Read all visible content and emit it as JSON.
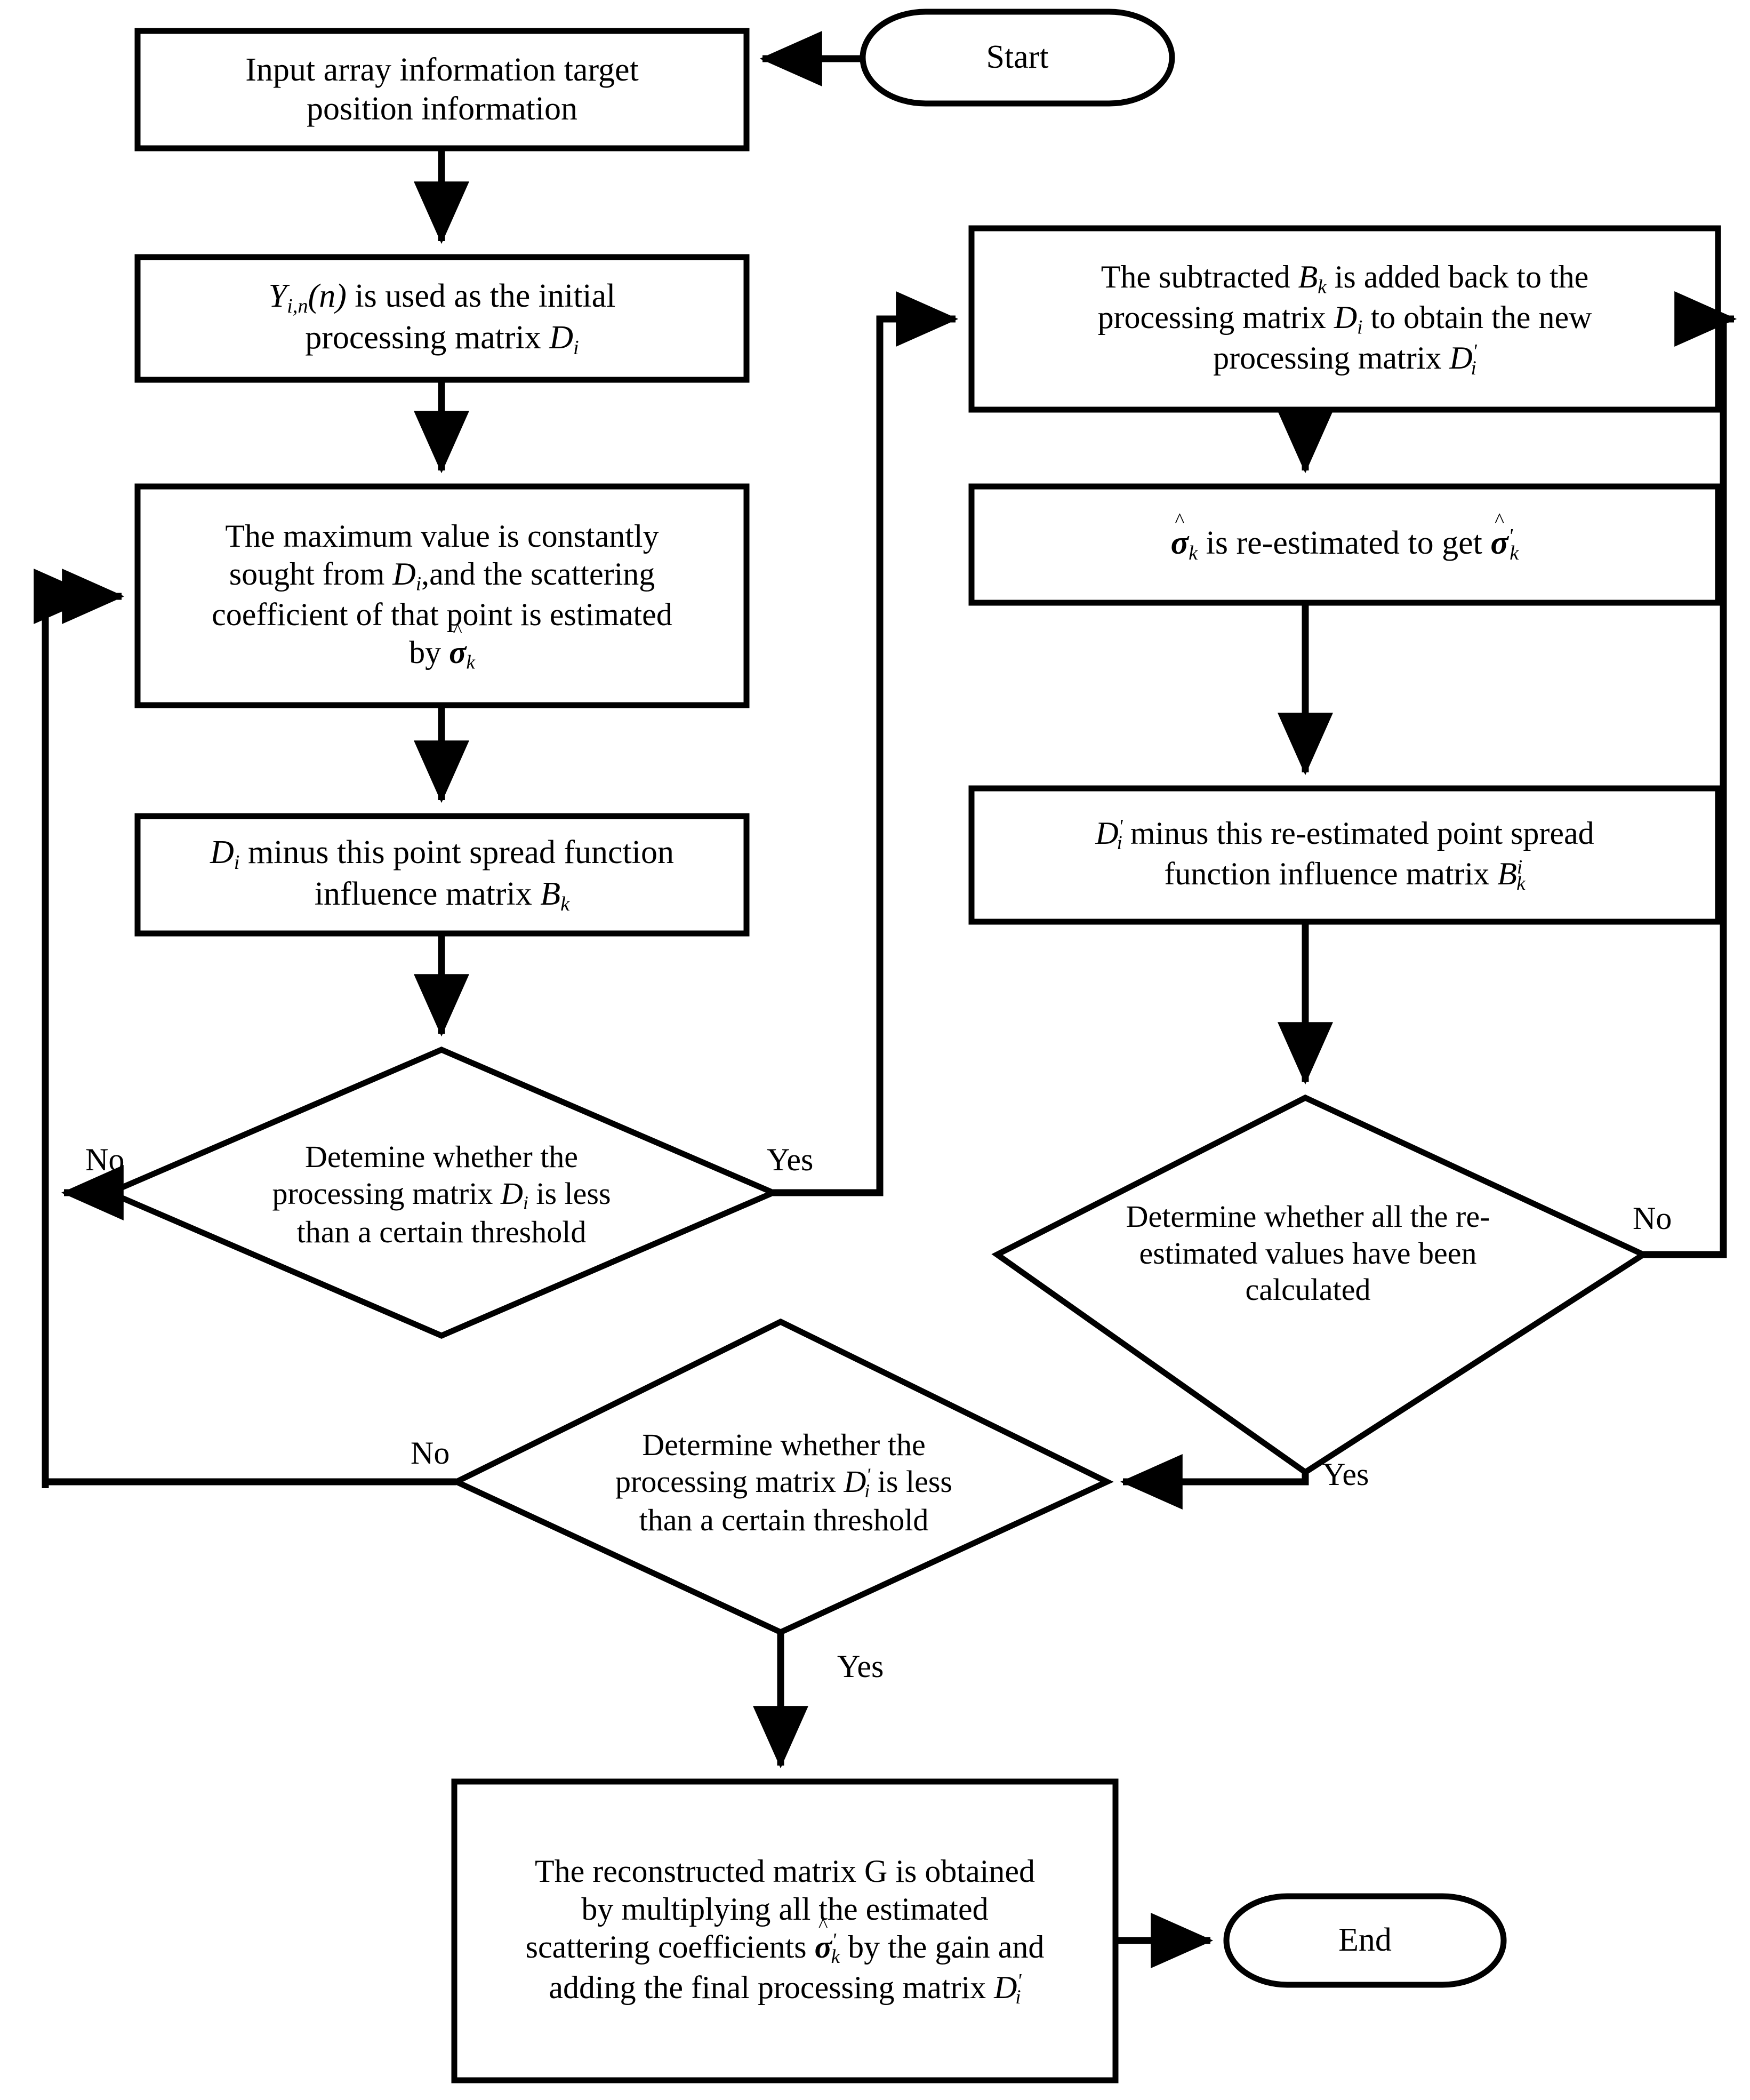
{
  "diagram": {
    "title": "CLEAN-style iterative deconvolution flowchart",
    "stroke_color": "#000000",
    "fill_color": "#ffffff",
    "nodes": [
      {
        "id": "start",
        "shape": "terminator",
        "label": "Start"
      },
      {
        "id": "input",
        "shape": "process",
        "label": "Input array information target position information"
      },
      {
        "id": "init",
        "shape": "process",
        "label": "Y_{i,n}(n) is used as the initial processing matrix D_i"
      },
      {
        "id": "maxseek",
        "shape": "process",
        "label": "The maximum value is constantly sought from D_i ,and the scattering coefficient of that point is estimated by σ̂_k"
      },
      {
        "id": "subtract",
        "shape": "process",
        "label": "D_i minus this point spread function influence matrix B_k"
      },
      {
        "id": "decide1",
        "shape": "decision",
        "label": "Detemine whether the processing matrix D_i is less than a certain threshold"
      },
      {
        "id": "addback",
        "shape": "process",
        "label": "The subtracted B_k is added back to the processing matrix D_i to obtain the new processing matrix D'_i"
      },
      {
        "id": "reestimate",
        "shape": "process",
        "label": "σ̂_k is re-estimated to get σ̂'_k"
      },
      {
        "id": "subtract2",
        "shape": "process",
        "label": "D'_i minus this re-estimated point spread function influence matrix B^i_k"
      },
      {
        "id": "decide2",
        "shape": "decision",
        "label": "Determine whether all the re-estimated values have been calculated"
      },
      {
        "id": "decide3",
        "shape": "decision",
        "label": "Determine whether the processing matrix D'_i is less than a certain threshold"
      },
      {
        "id": "reconstruct",
        "shape": "process",
        "label": "The reconstructed matrix G is obtained by multiplying all the estimated scattering coefficients σ̂'_k by the gain and adding the final processing matrix D'_i"
      },
      {
        "id": "end",
        "shape": "terminator",
        "label": "End"
      }
    ],
    "edge_labels": [
      {
        "id": "d1-no",
        "text": "No",
        "from": "decide1",
        "to": "maxseek"
      },
      {
        "id": "d1-yes",
        "text": "Yes",
        "from": "decide1",
        "to": "addback"
      },
      {
        "id": "d2-no",
        "text": "No",
        "from": "decide2",
        "to": "addback"
      },
      {
        "id": "d2-yes",
        "text": "Yes",
        "from": "decide2",
        "to": "decide3"
      },
      {
        "id": "d3-no",
        "text": "No",
        "from": "decide3",
        "to": "maxseek"
      },
      {
        "id": "d3-yes",
        "text": "Yes",
        "from": "decide3",
        "to": "reconstruct"
      }
    ],
    "text": {
      "start": "Start",
      "end": "End",
      "input_l1": "Input array information target",
      "input_l2": "position information",
      "init_pre": "Y",
      "init_sub": "i,n",
      "init_arg": "(n)",
      "init_mid": "is used as the initial",
      "init_l2a": "processing matrix",
      "init_D": "D",
      "init_Dsub": "i",
      "max_l1": "The maximum value is constantly",
      "max_l2a": "sought from",
      "max_D": "D",
      "max_Dsub": "i",
      "max_l2b": ",and the scattering",
      "max_l3": "coefficient of that point is estimated",
      "max_l4a": "by",
      "max_sigma": "σ",
      "max_sigsub": "k",
      "sub_D": "D",
      "sub_Dsub": "i",
      "sub_l1": "minus this point spread function",
      "sub_l2a": "influence matrix",
      "sub_B": "B",
      "sub_Bsub": "k",
      "d1_l1": "Detemine whether the",
      "d1_l2a": "processing matrix",
      "d1_D": "D",
      "d1_Dsub": "i",
      "d1_l2b": "is less",
      "d1_l3": "than a certain threshold",
      "add_l1a": "The subtracted",
      "add_B": "B",
      "add_Bsub": "k",
      "add_l1b": "is added back to the",
      "add_l2a": "processing matrix",
      "add_D": "D",
      "add_Dsub": "i",
      "add_l2b": "to obtain the new",
      "add_l3a": "processing matrix",
      "add_Dp": "D",
      "add_Dpsub": "i",
      "add_Dpprime": "'",
      "re_sigma1": "σ",
      "re_sub1": "k",
      "re_mid": "is re-estimated to get",
      "re_sigma2": "σ",
      "re_sub2": "k",
      "re_prime2": "'",
      "sub2_D": "D",
      "sub2_Dsub": "i",
      "sub2_Dprime": "'",
      "sub2_l1": "minus this re-estimated point spread",
      "sub2_l2a": "function influence matrix",
      "sub2_B": "B",
      "sub2_Bsup": "i",
      "sub2_Bsub": "k",
      "d2_l1": "Determine whether all the re-",
      "d2_l2": "estimated values have been",
      "d2_l3": "calculated",
      "d3_l1": "Determine whether the",
      "d3_l2a": "processing matrix",
      "d3_D": "D",
      "d3_Dsub": "i",
      "d3_Dprime": "'",
      "d3_l2b": "is less",
      "d3_l3": "than a certain threshold",
      "rec_l1": "The reconstructed matrix G is obtained",
      "rec_l2": "by multiplying all the estimated",
      "rec_l3a": "scattering coefficients",
      "rec_sigma": "σ",
      "rec_sigsub": "k",
      "rec_sigprime": "'",
      "rec_l3b": "by the gain and",
      "rec_l4a": "adding the final processing matrix",
      "rec_D": "D",
      "rec_Dsub": "i",
      "rec_Dprime": "'",
      "yes1": "Yes",
      "no1": "No",
      "no2": "No",
      "yes2": "Yes",
      "no3": "No",
      "yes3": "Yes"
    }
  }
}
